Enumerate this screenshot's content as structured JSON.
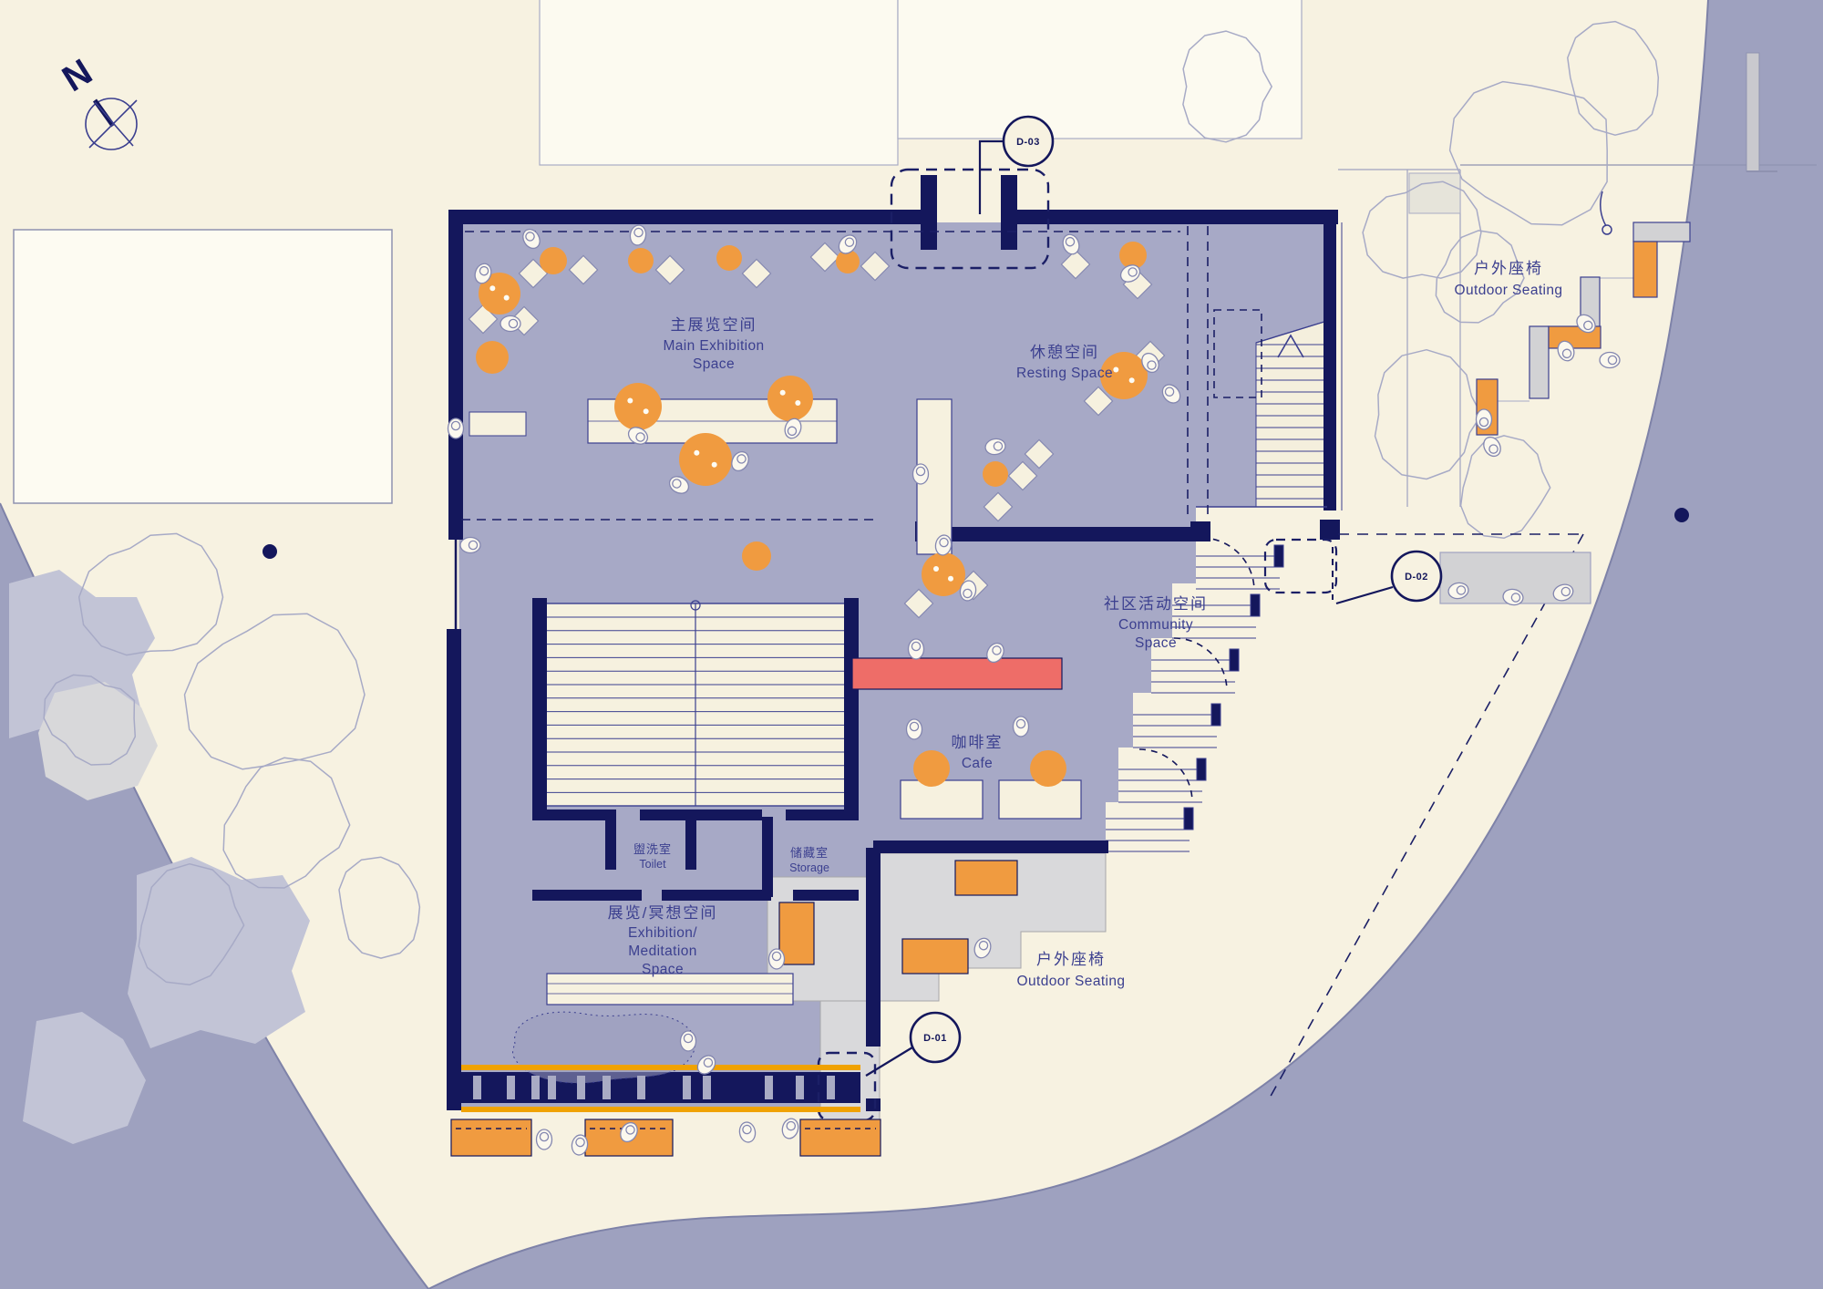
{
  "north_label": "N",
  "markers": {
    "d01": "D-01",
    "d02": "D-02",
    "d03": "D-03"
  },
  "spaces": {
    "main_exhibition": {
      "zh": "主展览空间",
      "en1": "Main Exhibition",
      "en2": "Space"
    },
    "resting": {
      "zh": "休憩空间",
      "en1": "Resting Space"
    },
    "outdoor_top": {
      "zh": "户外座椅",
      "en1": "Outdoor Seating"
    },
    "community": {
      "zh": "社区活动空间",
      "en1": "Community",
      "en2": "Space"
    },
    "cafe": {
      "zh": "咖啡室",
      "en1": "Cafe"
    },
    "toilet": {
      "zh": "盥洗室",
      "en1": "Toilet"
    },
    "storage": {
      "zh": "储藏室",
      "en1": "Storage"
    },
    "meditation": {
      "zh": "展览/冥想空间",
      "en1": "Exhibition/",
      "en2": "Meditation",
      "en3": "Space"
    },
    "outdoor_bottom": {
      "zh": "户外座椅",
      "en1": "Outdoor Seating"
    }
  },
  "colors": {
    "site_cream": "#F7F2E1",
    "water_purple": "#9EA1BF",
    "floor_purple": "#A7A9C6",
    "wall_navy": "#14175C",
    "accent_orange": "#F09B40",
    "accent_gold": "#F0A202",
    "counter_coral": "#EE6D68",
    "pavement_gray": "#D9D9DB",
    "label_blue": "#3B3F8F"
  }
}
